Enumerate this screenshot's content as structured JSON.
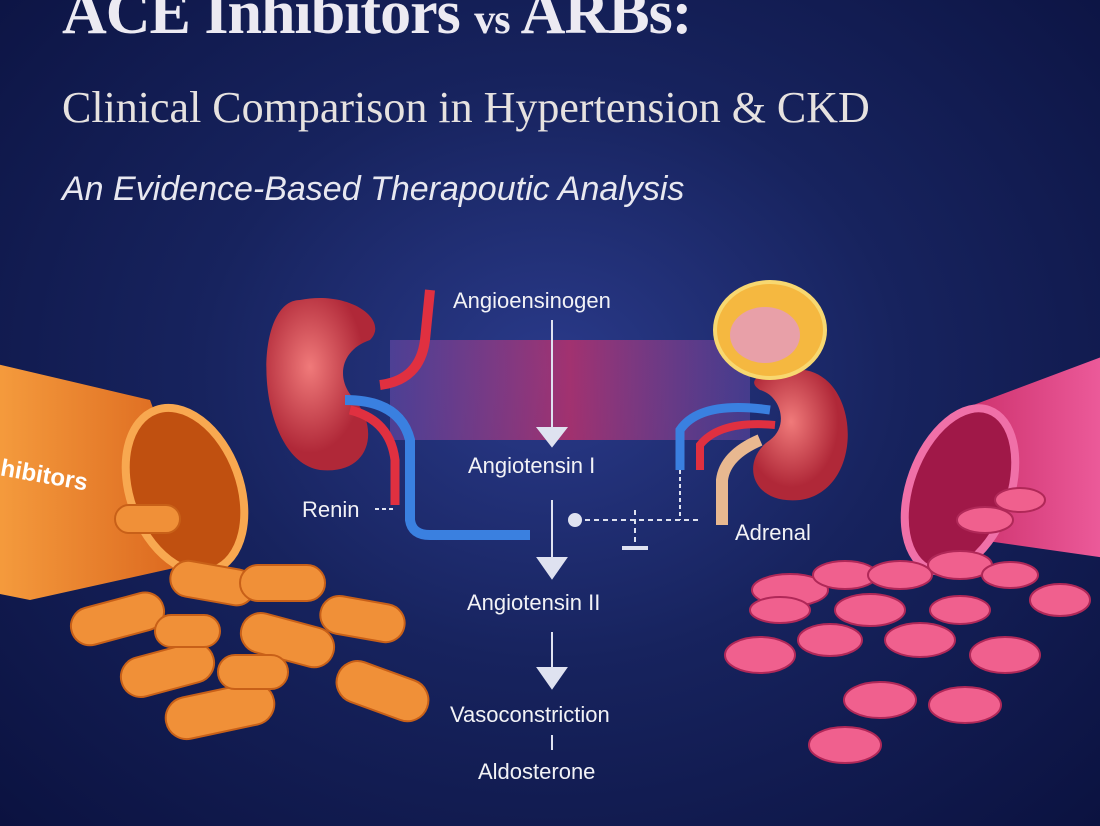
{
  "header": {
    "title_part1": "ACE Inhibitors",
    "title_vs": "vs",
    "title_part2": "ARBs:",
    "subtitle": "Clinical Comparison in Hypertension & CKD",
    "tagline": "An Evidence-Based Therapoutic Analysis"
  },
  "pathway": {
    "steps": [
      "Angioensinogen",
      "Angiotensin I",
      "Angiotensin II",
      "Vasoconstriction",
      "Aldosterone"
    ],
    "renin_label": "Renin",
    "adrenal_label": "Adrenal"
  },
  "bottles": {
    "left_label": "hibitors",
    "left_color": "#f08a2c",
    "right_color": "#e8407a"
  },
  "colors": {
    "background": "#17235e",
    "kidney": "#d84a5a"
  }
}
